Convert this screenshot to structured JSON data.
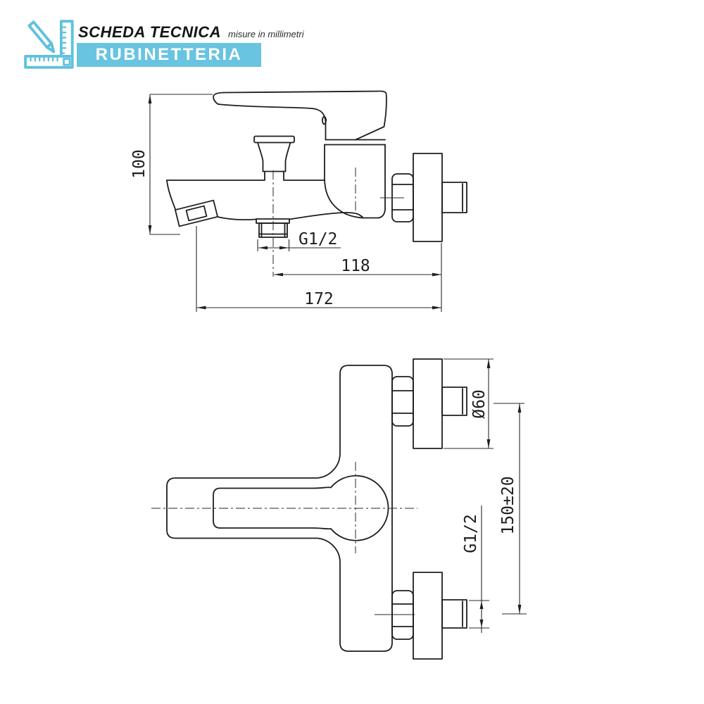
{
  "header": {
    "icon": "ruler-pencil-icon",
    "title": "SCHEDA TECNICA",
    "subtitle": "misure in millimetri",
    "banner": "RUBINETTERIA",
    "accent_color": "#68c4e1"
  },
  "drawing": {
    "kind": "technical-drawing",
    "units": "mm",
    "side_view": {
      "label": "side view of wall-mounted bath mixer",
      "dims": {
        "height": "100",
        "outlet_thread": "G1/2",
        "outlet_to_wall": "118",
        "total_depth": "172"
      }
    },
    "top_view": {
      "label": "top view of wall-mounted bath mixer",
      "dims": {
        "flange_diameter": "Ø60",
        "inlet_center_distance": "150±20",
        "inlet_thread": "G1/2"
      }
    }
  }
}
